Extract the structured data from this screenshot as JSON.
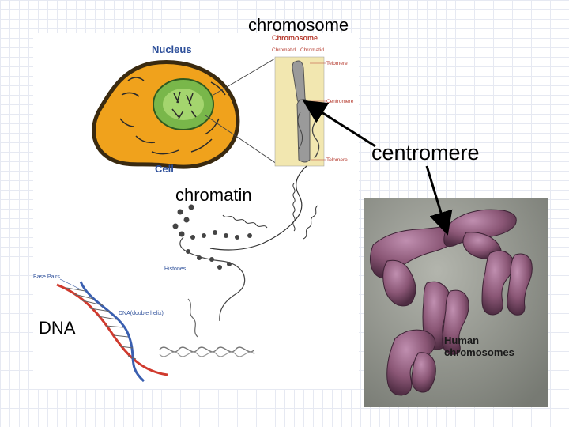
{
  "labels": {
    "chromosome": "chromosome",
    "centromere": "centromere",
    "chromatin": "chromatin",
    "dna": "DNA"
  },
  "diagram": {
    "nucleus": "Nucleus",
    "cell": "Cell",
    "chromosome_header": "Chromosome",
    "chromatid_left": "Chromatid",
    "chromatid_right": "Chromatid",
    "telomere_top": "Telomere",
    "centromere": "Centromere",
    "telomere_bottom": "Telomere",
    "histones": "Histones",
    "base_pairs": "Base Pairs",
    "dna_double_helix": "DNA(double helix)"
  },
  "photo": {
    "caption_line1": "Human",
    "caption_line2": "chromosomes"
  },
  "colors": {
    "cell_orange": "#f0a21c",
    "cell_edge": "#3a2a10",
    "nucleus_green": "#79b74a",
    "label_blue": "#2d4f9a",
    "label_red": "#b53a2e",
    "photo_bg": "#8d9189",
    "chromosome_purple": "#8a5675"
  }
}
